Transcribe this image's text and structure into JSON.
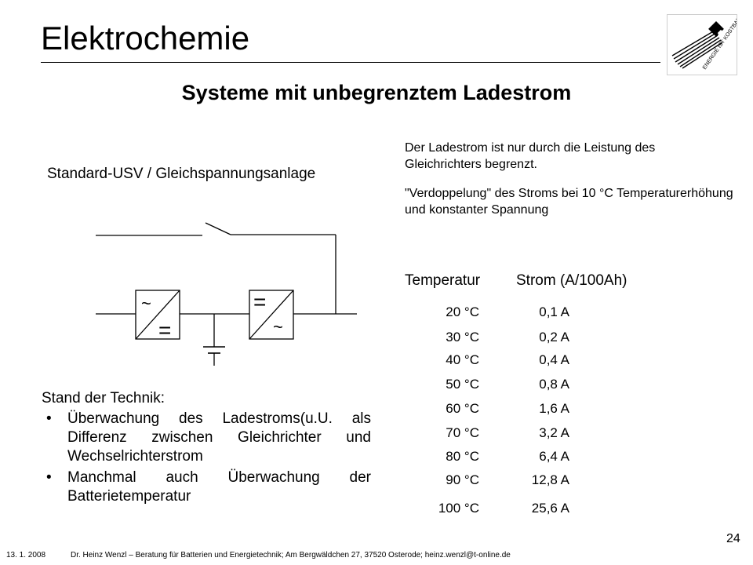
{
  "header": {
    "title": "Elektrochemie"
  },
  "logo": {
    "text": "ENERGIE IST KOSTBAR"
  },
  "subtitle": "Systeme mit unbegrenztem Ladestrom",
  "diagram": {
    "label": "Standard-USV / Gleichspannungsanlage",
    "ac_symbol": "~",
    "dc_symbol": "="
  },
  "intro": {
    "paragraph1": "Der Ladestrom ist nur durch die Leistung des Gleichrichters begrenzt.",
    "paragraph2": "\"Verdoppelung\" des Stroms bei 10 °C Temperaturerhöhung und konstanter Spannung"
  },
  "table": {
    "headers": {
      "temp": "Temperatur",
      "strom": "Strom (A/100Ah)"
    },
    "rows": [
      {
        "temp": "20 °C",
        "strom": "0,1 A"
      },
      {
        "temp": "30 °C",
        "strom": "0,2 A"
      },
      {
        "temp": "40 °C",
        "strom": "0,4 A"
      },
      {
        "temp": "50 °C",
        "strom": "0,8 A"
      },
      {
        "temp": "60 °C",
        "strom": "1,6 A"
      },
      {
        "temp": "70 °C",
        "strom": "3,2 A"
      },
      {
        "temp": "80 °C",
        "strom": "6,4 A"
      },
      {
        "temp": "90 °C",
        "strom": "12,8 A"
      },
      {
        "temp": "100 °C",
        "strom": "25,6 A"
      }
    ]
  },
  "tech": {
    "heading": "Stand der Technik:",
    "bullet": "•",
    "items": [
      "Überwachung des Ladestroms(u.U. als Differenz zwischen Gleichrichter und Wechselrichterstrom",
      "Manchmal auch Überwachung der Batterietemperatur"
    ]
  },
  "footer": {
    "date": "13. 1. 2008",
    "text": "Dr. Heinz Wenzl – Beratung für Batterien und Energietechnik; Am Bergwäldchen 27, 37520 Osterode; heinz.wenzl@t-online.de",
    "page": "24"
  }
}
